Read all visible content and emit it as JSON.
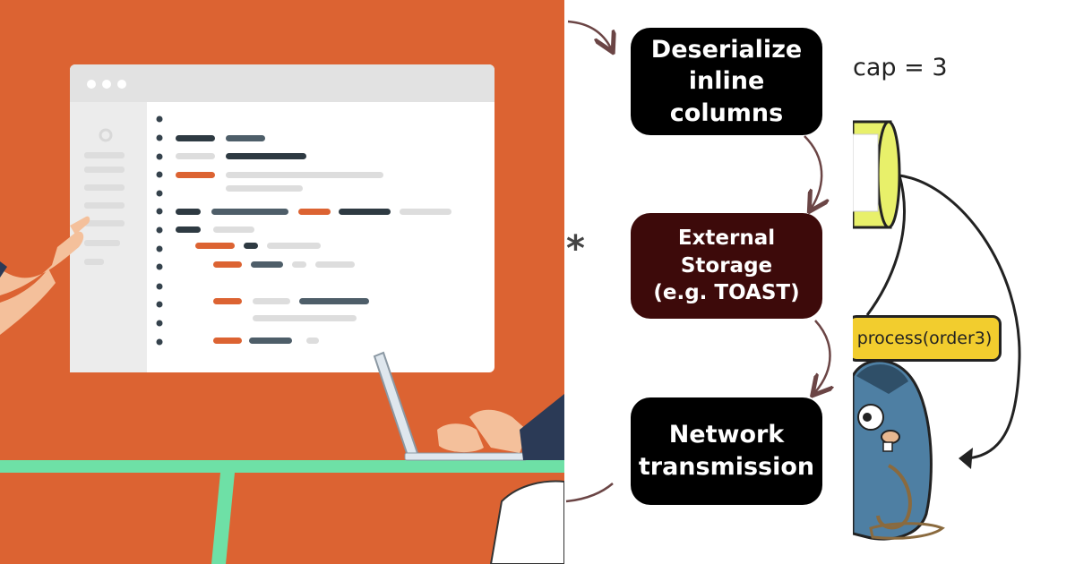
{
  "flow": {
    "box1": "Deserialize\ninline columns",
    "box2": "External Storage\n(e.g. TOAST)",
    "box3": "Network\ntransmission",
    "asterisk": "*"
  },
  "gopher": {
    "cap_label": "cap = 3",
    "speech": "process(order3)"
  },
  "colors": {
    "left_background": "#dc6332",
    "box_dark": "#000000",
    "box_maroon": "#3d0a0a",
    "arrow": "#6b4545",
    "speech_bubble": "#f2cd2e",
    "channel": "#e8f06a",
    "gopher": "#4e7fa3"
  }
}
